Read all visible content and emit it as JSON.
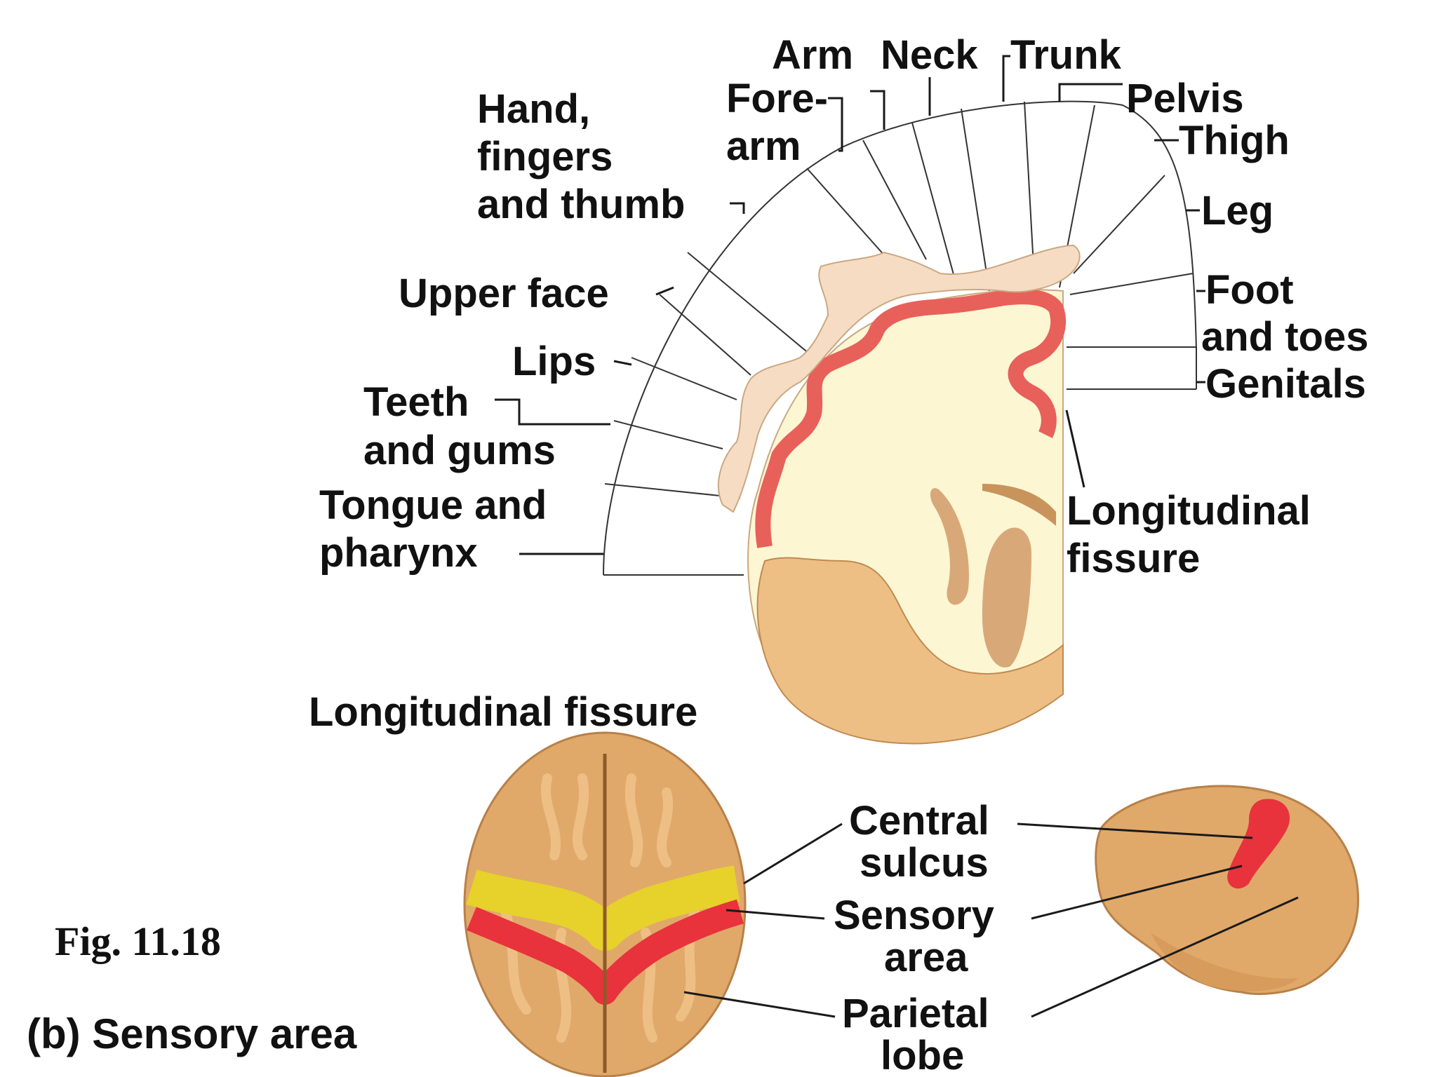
{
  "figure_number": "Fig. 11.18",
  "caption": "(b) Sensory area",
  "homunculus_labels": {
    "hand": [
      "Hand,",
      "fingers",
      "and thumb"
    ],
    "forearm": [
      "Fore-",
      "arm"
    ],
    "arm": "Arm",
    "neck": "Neck",
    "trunk": "Trunk",
    "pelvis": "Pelvis",
    "thigh": "Thigh",
    "leg": "Leg",
    "foot": [
      "Foot",
      "and toes"
    ],
    "genitals": "Genitals",
    "upper_face": "Upper face",
    "lips": "Lips",
    "teeth": [
      "Teeth",
      "and gums"
    ],
    "tongue": [
      "Tongue and",
      "pharynx"
    ],
    "longitudinal_fissure_side": [
      "Longitudinal",
      "fissure"
    ]
  },
  "brain_labels": {
    "longitudinal_fissure_top": "Longitudinal fissure",
    "central_sulcus": [
      "Central",
      "sulcus"
    ],
    "sensory_area": [
      "Sensory",
      "area"
    ],
    "parietal_lobe": [
      "Parietal",
      "lobe"
    ]
  },
  "colors": {
    "cortex_red": "#e8605a",
    "white_matter": "#fcf6d3",
    "brain_tan": "#e0a96a",
    "gyrus_light": "#eebf84",
    "motor_yellow": "#e6d22a",
    "sensory_red": "#e8323c",
    "homunculus_skin": "#f7dcc4"
  }
}
